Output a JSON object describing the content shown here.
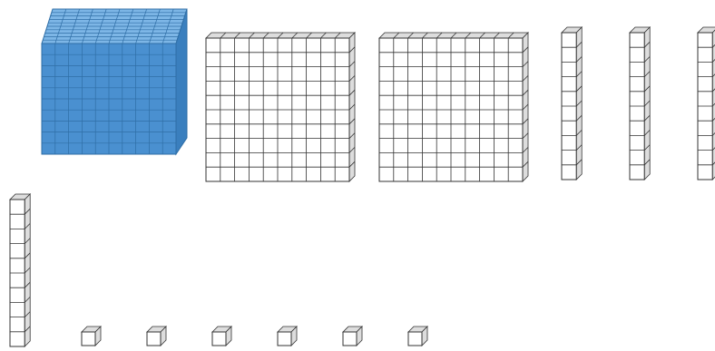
{
  "blocks": {
    "thousands": {
      "count": 1,
      "units_each": 1000,
      "color": "#4a90d0"
    },
    "hundreds": {
      "count": 2,
      "units_each": 100
    },
    "tens": {
      "count": 4,
      "units_each": 10
    },
    "ones": {
      "count": 6,
      "units_each": 1
    },
    "line_color": "#333333",
    "face_fill": "#ffffff",
    "side_fill": "#dddddd"
  }
}
